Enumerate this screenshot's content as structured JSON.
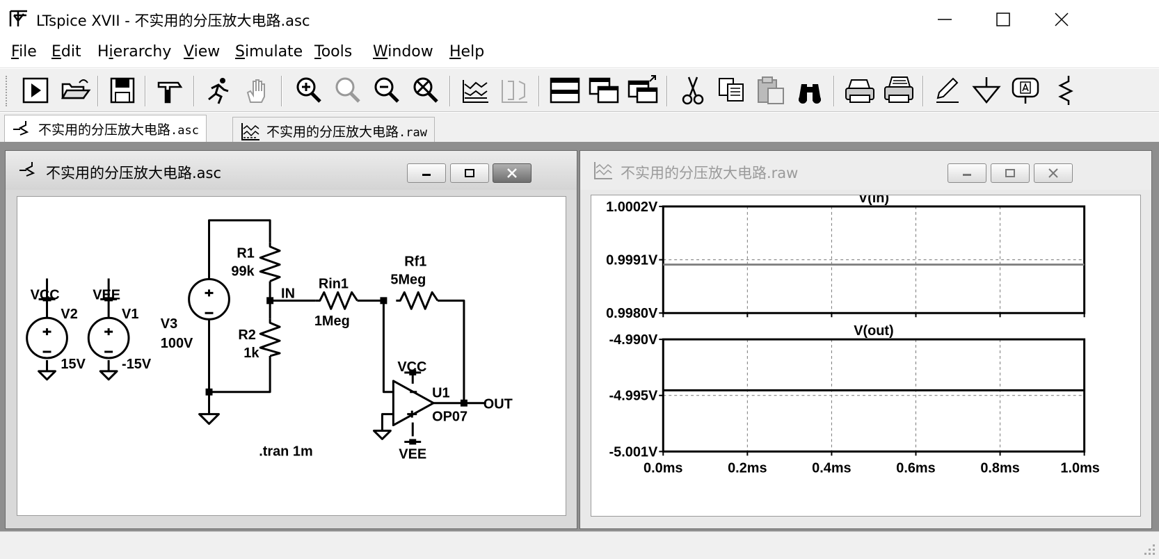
{
  "window": {
    "title": "LTspice XVII - 不实用的分压放大电路.asc"
  },
  "menu": [
    {
      "key": "F",
      "rest": "ile"
    },
    {
      "key": "E",
      "rest": "dit"
    },
    {
      "pre": "H",
      "key": "i",
      "rest": "erarchy"
    },
    {
      "key": "V",
      "rest": "iew"
    },
    {
      "key": "S",
      "rest": "imulate"
    },
    {
      "key": "T",
      "rest": "ools"
    },
    {
      "key": "W",
      "rest": "indow"
    },
    {
      "key": "H",
      "rest": "elp"
    }
  ],
  "tabs": [
    {
      "name": "不实用的分压放大电路",
      "ext": ".asc"
    },
    {
      "name": "不实用的分压放大电路",
      "ext": ".raw"
    }
  ],
  "schematic_window": {
    "title": "不实用的分压放大电路.asc"
  },
  "waveform_window": {
    "title": "不实用的分压放大电路.raw"
  },
  "schematic": {
    "vcc_label": "VCC",
    "vee_label": "VEE",
    "v2_name": "V2",
    "v2_value": "15V",
    "v1_name": "V1",
    "v1_value": "-15V",
    "v3_name": "V3",
    "v3_value": "100V",
    "r1_name": "R1",
    "r1_value": "99k",
    "r2_name": "R2",
    "r2_value": "1k",
    "in_label": "IN",
    "rin1_name": "Rin1",
    "rin1_value": "1Meg",
    "rf1_name": "Rf1",
    "rf1_value": "5Meg",
    "u1_name": "U1",
    "u1_value": "OP07",
    "opamp_vcc": "VCC",
    "opamp_vee": "VEE",
    "out_label": "OUT",
    "directive": ".tran 1m"
  },
  "chart_data": [
    {
      "type": "line",
      "title": "V(in)",
      "x_ticks": [
        "0.0ms",
        "0.2ms",
        "0.4ms",
        "0.6ms",
        "0.8ms",
        "1.0ms"
      ],
      "y_ticks": [
        "1.0002V",
        "0.9991V",
        "0.9980V"
      ],
      "ylim": [
        0.998,
        1.0002
      ],
      "xlim": [
        0,
        1.0
      ],
      "grid": true,
      "series": [
        {
          "x": [
            0.0,
            1.0
          ],
          "values": [
            0.999,
            0.999
          ],
          "color": "#808080"
        }
      ]
    },
    {
      "type": "line",
      "title": "V(out)",
      "x_ticks": [
        "0.0ms",
        "0.2ms",
        "0.4ms",
        "0.6ms",
        "0.8ms",
        "1.0ms"
      ],
      "y_ticks": [
        "-4.990V",
        "-4.995V",
        "-5.001V"
      ],
      "ylim": [
        -5.001,
        -4.99
      ],
      "xlim": [
        0,
        1.0
      ],
      "grid": true,
      "series": [
        {
          "x": [
            0.0,
            1.0
          ],
          "values": [
            -4.995,
            -4.995
          ],
          "color": "#000000"
        }
      ]
    }
  ]
}
